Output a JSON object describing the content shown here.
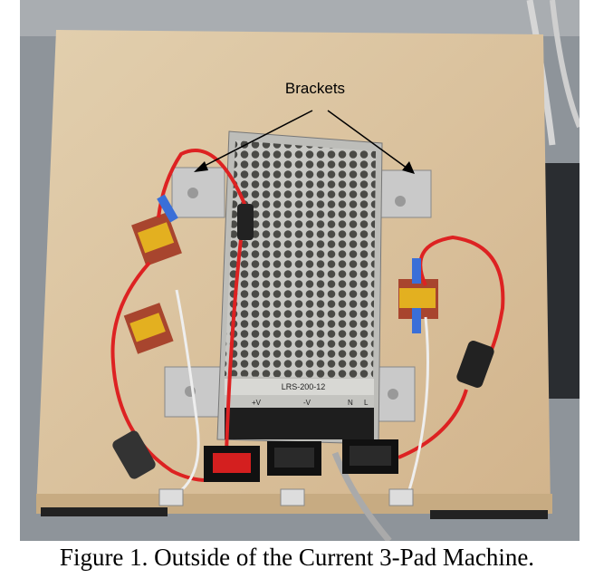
{
  "figure": {
    "annotation": "Brackets",
    "caption": "Figure 1. Outside of the Current 3-Pad Machine.",
    "psu_model": "LRS-200-12",
    "terminals": [
      "+V",
      "-V",
      "N",
      "L"
    ]
  }
}
